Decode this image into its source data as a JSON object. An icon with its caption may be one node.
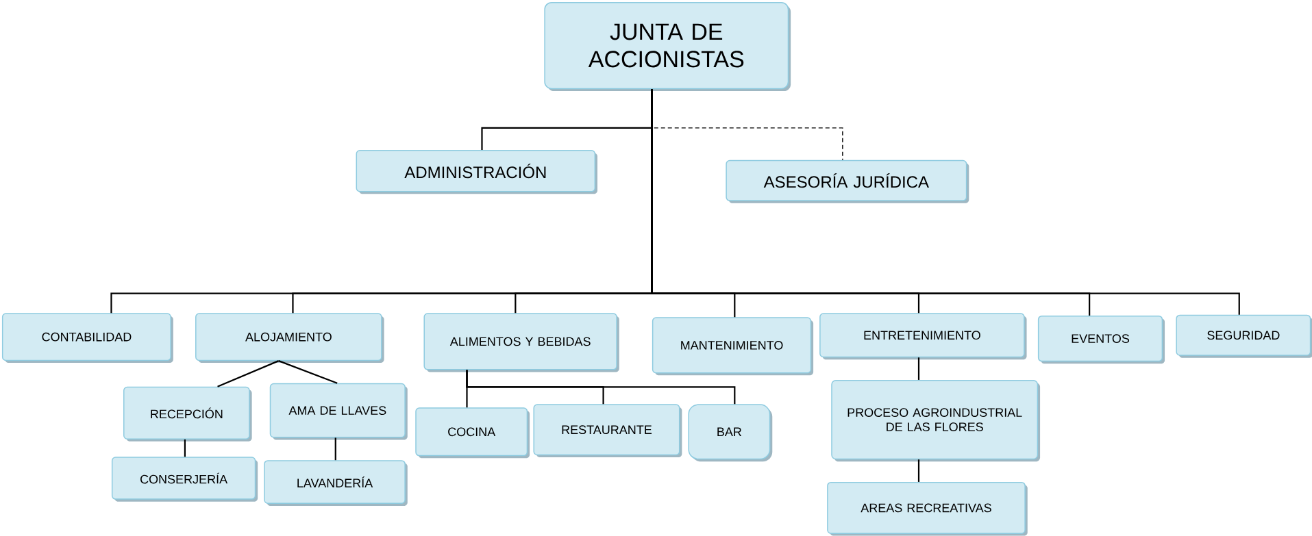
{
  "diagram": {
    "nodes": [
      {
        "text": [
          "JUNTA DE ACCIONISTAS"
        ]
      },
      {
        "text": [
          "ADMINISTRACIÓN"
        ]
      },
      {
        "text": [
          "ASESORÍA JURÍDICA"
        ]
      },
      {
        "text": [
          "CONTABILIDAD"
        ]
      },
      {
        "text": [
          "ALOJAMIENTO"
        ]
      },
      {
        "text": [
          "ALIMENTOS Y BEBIDAS"
        ]
      },
      {
        "text": [
          "MANTENIMIENTO"
        ]
      },
      {
        "text": [
          "ENTRETENIMIENTO"
        ]
      },
      {
        "text": [
          "EVENTOS"
        ]
      },
      {
        "text": [
          "SEGURIDAD"
        ]
      },
      {
        "text": [
          "RECEPCIÓN"
        ]
      },
      {
        "text": [
          "AMA DE LLAVES"
        ]
      },
      {
        "text": [
          "CONSERJERÍA"
        ]
      },
      {
        "text": [
          "LAVANDERÍA"
        ]
      },
      {
        "text": [
          "COCINA"
        ]
      },
      {
        "text": [
          "RESTAURANTE"
        ]
      },
      {
        "text": [
          "BAR"
        ]
      },
      {
        "text": [
          "PROCESO AGROINDUSTRIAL DE LAS FLORES"
        ]
      },
      {
        "text": [
          "AREAS RECREATIVAS"
        ]
      }
    ],
    "edges": [
      {
        "from": 0,
        "to": 1,
        "arrow": "none"
      },
      {
        "from": 0,
        "to": 2,
        "arrow": "none",
        "style": "dashed"
      },
      {
        "from": 0,
        "to": 3,
        "arrow": "none"
      },
      {
        "from": 0,
        "to": 4,
        "arrow": "none"
      },
      {
        "from": 0,
        "to": 5,
        "arrow": "none"
      },
      {
        "from": 0,
        "to": 6,
        "arrow": "none"
      },
      {
        "from": 0,
        "to": 7,
        "arrow": "none"
      },
      {
        "from": 0,
        "to": 8,
        "arrow": "none"
      },
      {
        "from": 0,
        "to": 9,
        "arrow": "none"
      },
      {
        "from": 4,
        "to": 10,
        "arrow": "none"
      },
      {
        "from": 4,
        "to": 11,
        "arrow": "none"
      },
      {
        "from": 10,
        "to": 12,
        "arrow": "none"
      },
      {
        "from": 11,
        "to": 13,
        "arrow": "none"
      },
      {
        "from": 5,
        "to": 14,
        "arrow": "none"
      },
      {
        "from": 5,
        "to": 15,
        "arrow": "none"
      },
      {
        "from": 5,
        "to": 16,
        "arrow": "none"
      },
      {
        "from": 7,
        "to": 17,
        "arrow": "none"
      },
      {
        "from": 17,
        "to": 18,
        "arrow": "none"
      }
    ]
  }
}
